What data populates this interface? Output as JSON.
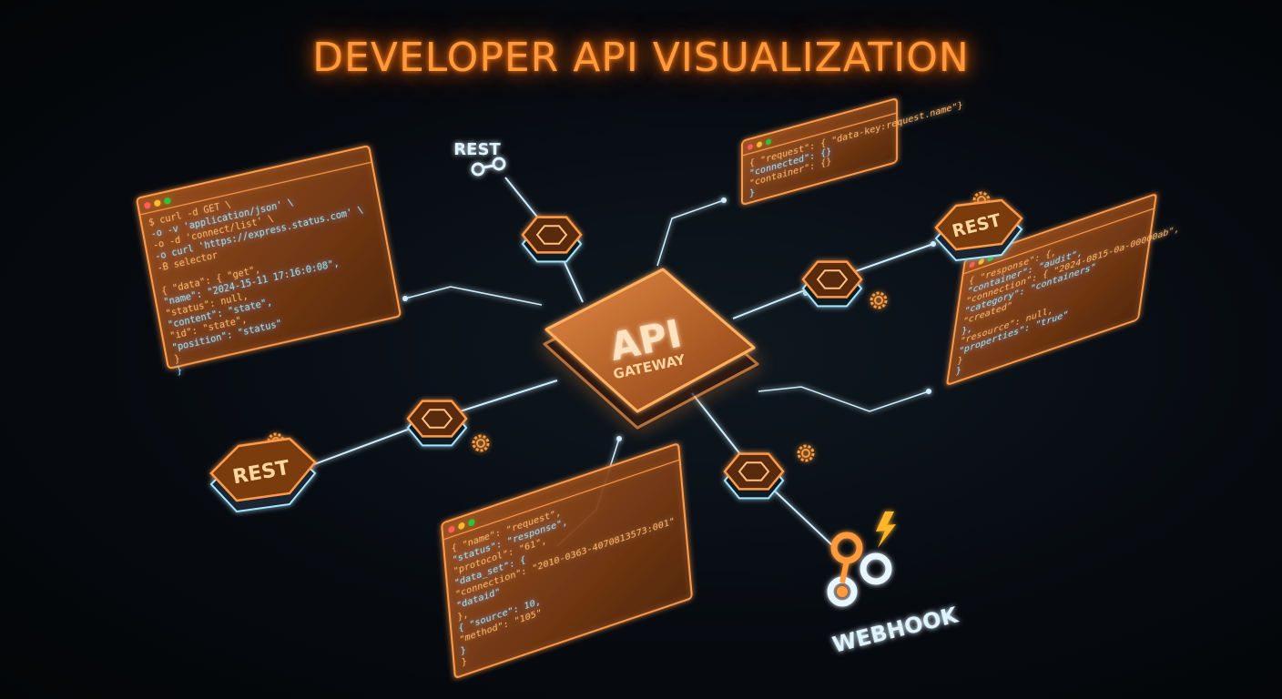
{
  "title": "DEVELOPER API VISUALIZATION",
  "gateway": {
    "line1": "API",
    "line2": "GATEWAY"
  },
  "badges": {
    "rest_top": "REST",
    "rest_left": "REST",
    "rest_right": "REST",
    "webhook": "WEBHOOK"
  },
  "colors": {
    "accent": "#ff8a2a",
    "connector": "#cfefff",
    "background": "#05080c"
  },
  "panels": {
    "left": [
      "$ curl -d GET \\",
      "  -o -v 'application/json' \\",
      "  -o -d 'connect/list' \\",
      "  -o curl 'https://express.status.com' \\",
      "  -B selector",
      "",
      "{ \"data\": { \"get\",",
      "    \"name\": \"2024-15-11 17:16:0:08\",",
      "    \"status\": null,",
      "    \"content\": \"state\",",
      "    \"id\": \"state\",",
      "    \"position\": \"status\"",
      "  }",
      "}"
    ],
    "top_right": [
      "{ \"request\": { \"data-key:request.name\"}",
      "  \"connected\": {}",
      "  \"container\": {}",
      "}"
    ],
    "right": [
      "{ \"response\": {,",
      "  \"container\": \"audit\",",
      "  \"connection\": { \"2024-0815-0a-00000ab\",",
      "    \"category\": \"containers\"",
      "    \"created\"",
      "  },",
      "  \"resource\": null,",
      "  \"properties\": \"true\"",
      "  }",
      "}"
    ],
    "bottom": [
      "{ \"name\": \"request\",",
      "  \"status\": \"response\",",
      "  \"protocol\": \"61\",",
      "  \"data_set\": {",
      "    \"connection\": \"2010-0363-4070813573:001\"",
      "    \"dataid\"",
      "  },",
      "  { \"source\": 10,",
      "    \"method\": \"105\"",
      "  }",
      "}"
    ]
  }
}
